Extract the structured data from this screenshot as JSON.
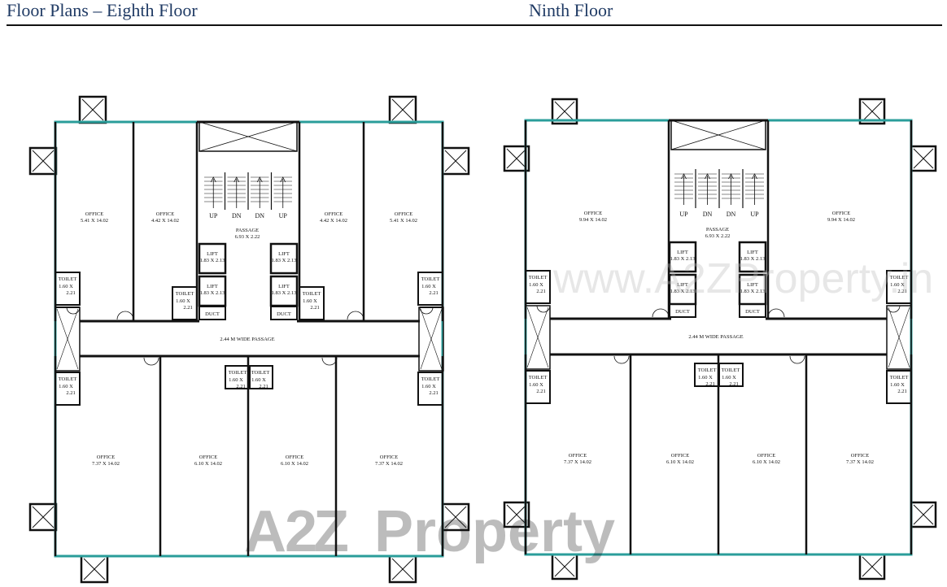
{
  "header": {
    "left_title": "Floor Plans – Eighth Floor",
    "right_title": "Ninth Floor"
  },
  "eighth_floor": {
    "offices_top": [
      {
        "label": "OFFICE",
        "size": "5.41 X 14.02"
      },
      {
        "label": "OFFICE",
        "size": "4.42 X 14.02"
      },
      {
        "label": "OFFICE",
        "size": "4.42 X 14.02"
      },
      {
        "label": "OFFICE",
        "size": "5.41 X 14.02"
      }
    ],
    "offices_bottom": [
      {
        "label": "OFFICE",
        "size": "7.37 X 14.02"
      },
      {
        "label": "OFFICE",
        "size": "6.10 X 14.02"
      },
      {
        "label": "OFFICE",
        "size": "6.10 X 14.02"
      },
      {
        "label": "OFFICE",
        "size": "7.37 X 14.02"
      }
    ],
    "stairs": [
      "UP",
      "DN",
      "DN",
      "UP"
    ],
    "passage": {
      "label": "PASSAGE",
      "size": "6.93 X 2.22"
    },
    "lifts": [
      {
        "label": "LIFT",
        "size": "1.83 X 2.13"
      },
      {
        "label": "LIFT",
        "size": "1.83 X 2.13"
      },
      {
        "label": "LIFT",
        "size": "1.83 X 2.13"
      },
      {
        "label": "LIFT",
        "size": "1.83 X 2.13"
      }
    ],
    "toilet": {
      "label": "TOILET",
      "size_a": "1.60 X",
      "size_b": "2.21"
    },
    "duct": "DUCT",
    "wide_passage": "2.44 M WIDE PASSAGE"
  },
  "ninth_floor": {
    "offices_top": [
      {
        "label": "OFFICE",
        "size": "9.94 X 14.02"
      },
      {
        "label": "OFFICE",
        "size": "9.94 X 14.02"
      }
    ],
    "offices_bottom": [
      {
        "label": "OFFICE",
        "size": "7.37 X 14.02"
      },
      {
        "label": "OFFICE",
        "size": "6.10 X 14.02"
      },
      {
        "label": "OFFICE",
        "size": "6.10 X 14.02"
      },
      {
        "label": "OFFICE",
        "size": "7.37 X 14.02"
      }
    ],
    "stairs": [
      "UP",
      "DN",
      "DN",
      "UP"
    ],
    "passage": {
      "label": "PASSAGE",
      "size": "6.93 X 2.22"
    },
    "lifts": [
      {
        "label": "LIFT",
        "size": "1.83 X 2.13"
      },
      {
        "label": "LIFT",
        "size": "1.83 X 2.13"
      },
      {
        "label": "LIFT",
        "size": "1.83 X 2.13"
      },
      {
        "label": "LIFT",
        "size": "1.83 X 2.13"
      }
    ],
    "toilet": {
      "label": "TOILET",
      "size_a": "1.60 X",
      "size_b": "2.21"
    },
    "duct": "DUCT",
    "wide_passage": "2.44 M WIDE PASSAGE"
  },
  "watermarks": {
    "center": "www.A2ZProperty.in",
    "logo_a": "A",
    "logo_2": "2",
    "logo_z": "Z",
    "logo_rest": "Property",
    "logo_colors": [
      "#d9534f",
      "#f0ad4e",
      "#5cb85c",
      "#5b9bd5"
    ]
  },
  "colors": {
    "outline": "#2a9d9a",
    "wall": "#111111",
    "header": "#1f3a64"
  }
}
